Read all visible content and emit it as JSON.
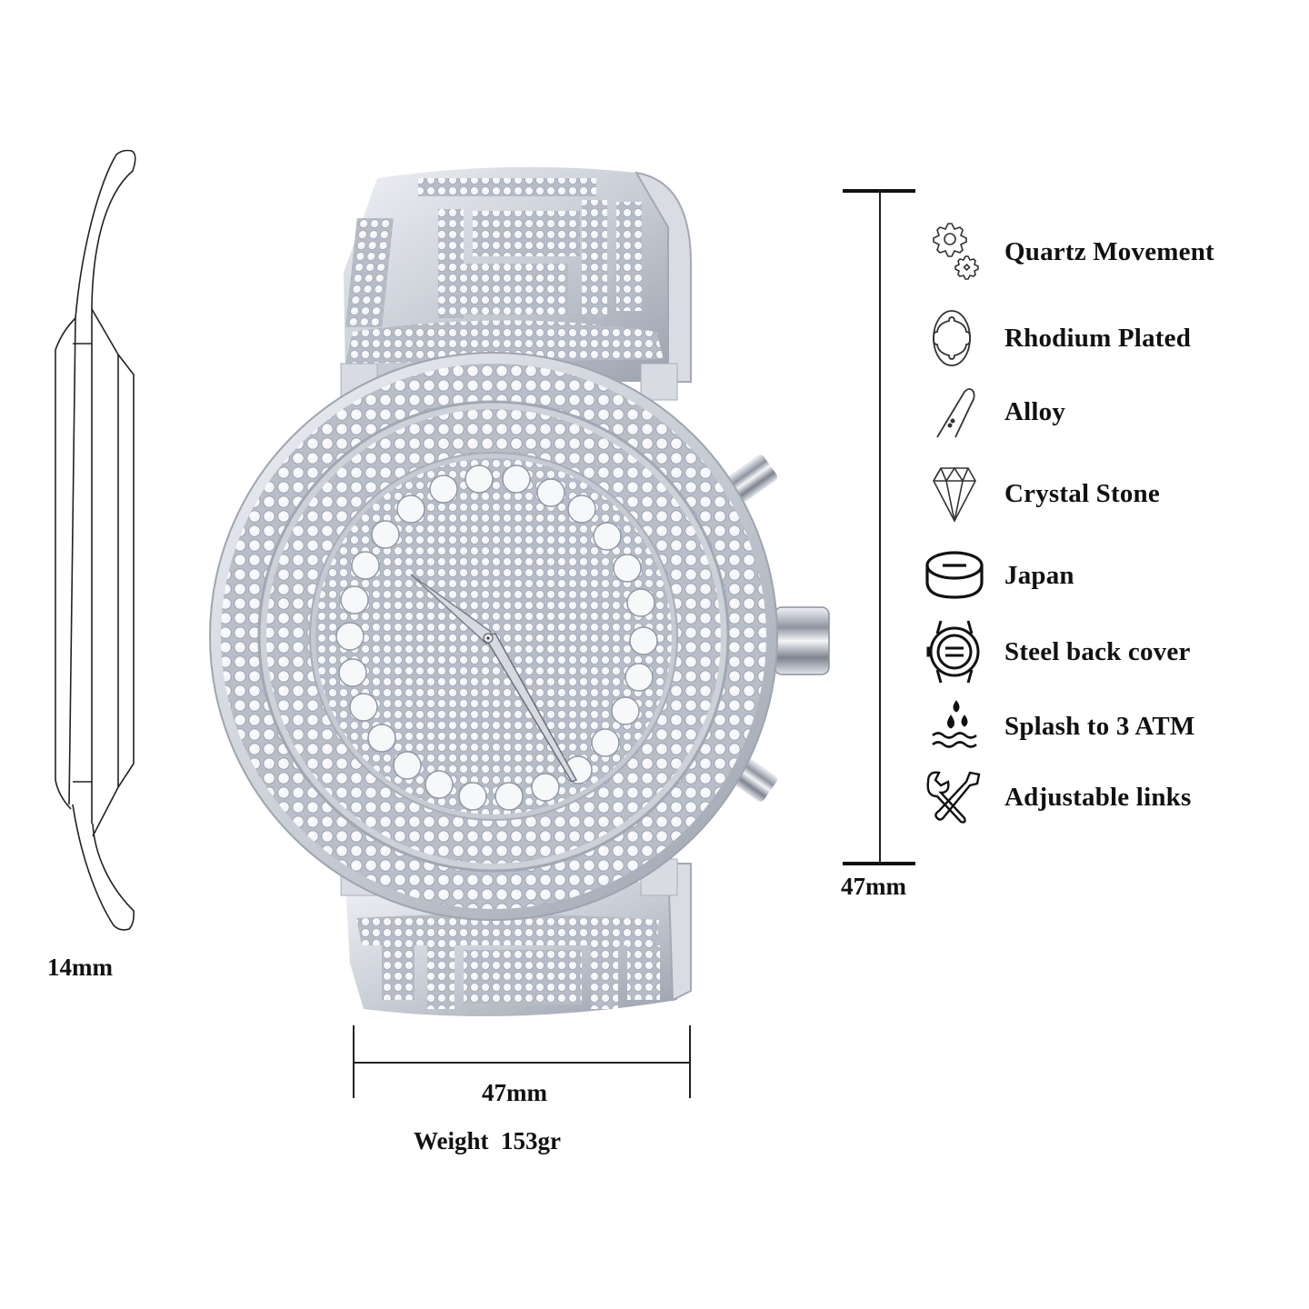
{
  "product": {
    "type": "iced-out crystal watch",
    "colors": {
      "metal": "#c9ced6",
      "metal_dark": "#8f96a3",
      "metal_light": "#eef0f4",
      "line": "#111111",
      "background": "#ffffff"
    }
  },
  "dimensions": {
    "thickness": "14mm",
    "height": "47mm",
    "width": "47mm",
    "weight": "Weight  153gr"
  },
  "features": [
    {
      "icon": "gears-icon",
      "label": "Quartz Movement"
    },
    {
      "icon": "rhodium-ring-icon",
      "label": "Rhodium Plated"
    },
    {
      "icon": "alloy-strap-icon",
      "label": "Alloy"
    },
    {
      "icon": "diamond-icon",
      "label": "Crystal Stone"
    },
    {
      "icon": "battery-cell-icon",
      "label": "Japan"
    },
    {
      "icon": "watch-back-icon",
      "label": "Steel back cover"
    },
    {
      "icon": "water-drops-icon",
      "label": "Splash to 3 ATM"
    },
    {
      "icon": "tools-icon",
      "label": "Adjustable links"
    }
  ]
}
